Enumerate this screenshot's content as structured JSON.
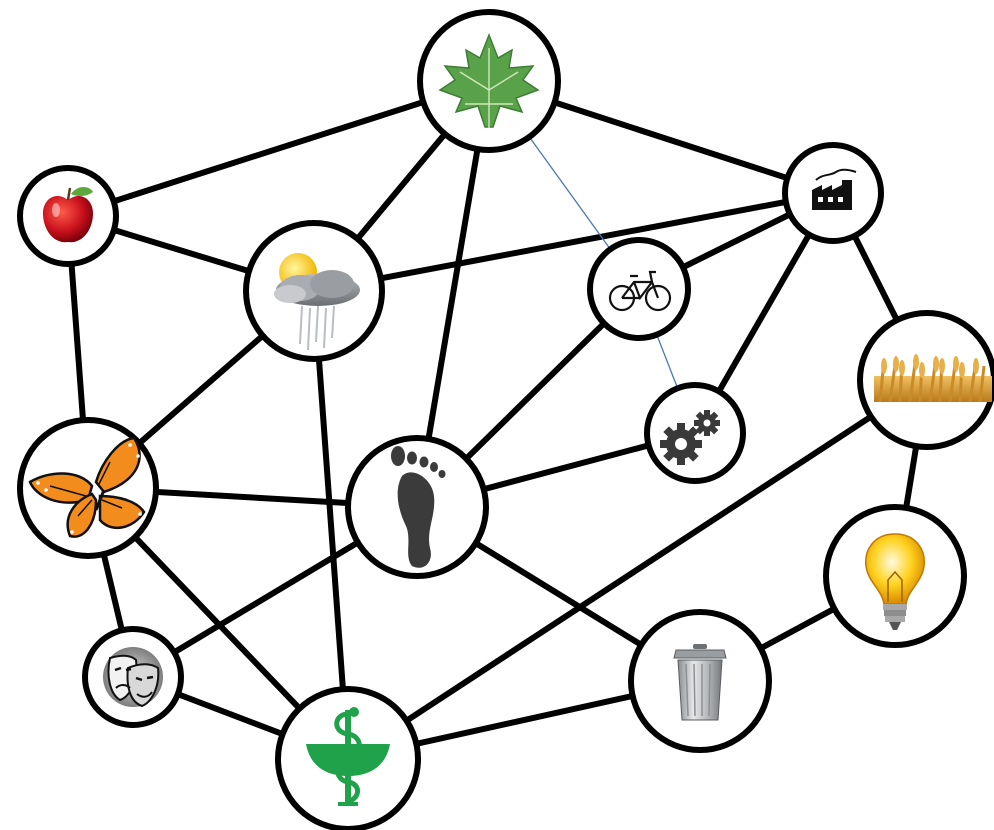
{
  "diagram": {
    "colors": {
      "edge": "#000000",
      "thin_edge": "#4a78b8",
      "node_fill": "#ffffff"
    },
    "nodes": [
      {
        "id": "leaf",
        "icon": "maple-leaf-icon"
      },
      {
        "id": "apple",
        "icon": "apple-icon"
      },
      {
        "id": "weather",
        "icon": "sun-rain-cloud-icon"
      },
      {
        "id": "factory",
        "icon": "factory-icon"
      },
      {
        "id": "bicycle",
        "icon": "bicycle-icon"
      },
      {
        "id": "wheat",
        "icon": "wheat-icon"
      },
      {
        "id": "gears",
        "icon": "gears-icon"
      },
      {
        "id": "butterfly",
        "icon": "butterfly-icon"
      },
      {
        "id": "footprint",
        "icon": "footprint-icon"
      },
      {
        "id": "bulb",
        "icon": "light-bulb-icon"
      },
      {
        "id": "masks",
        "icon": "theater-masks-icon"
      },
      {
        "id": "trash",
        "icon": "trash-can-icon"
      },
      {
        "id": "pharmacy",
        "icon": "pharmacy-snake-bowl-icon"
      }
    ],
    "edges": [
      [
        "leaf",
        "apple"
      ],
      [
        "leaf",
        "weather"
      ],
      [
        "leaf",
        "footprint"
      ],
      [
        "leaf",
        "factory"
      ],
      [
        "apple",
        "weather"
      ],
      [
        "apple",
        "butterfly"
      ],
      [
        "weather",
        "factory"
      ],
      [
        "weather",
        "butterfly"
      ],
      [
        "weather",
        "pharmacy"
      ],
      [
        "factory",
        "bicycle"
      ],
      [
        "factory",
        "gears"
      ],
      [
        "factory",
        "wheat"
      ],
      [
        "bicycle",
        "footprint"
      ],
      [
        "gears",
        "footprint"
      ],
      [
        "wheat",
        "pharmacy"
      ],
      [
        "wheat",
        "bulb"
      ],
      [
        "butterfly",
        "footprint"
      ],
      [
        "butterfly",
        "masks"
      ],
      [
        "butterfly",
        "pharmacy"
      ],
      [
        "footprint",
        "masks"
      ],
      [
        "footprint",
        "trash"
      ],
      [
        "masks",
        "pharmacy"
      ],
      [
        "pharmacy",
        "trash"
      ],
      [
        "trash",
        "bulb"
      ]
    ],
    "thin_edges": [
      [
        "leaf",
        "bicycle"
      ],
      [
        "bicycle",
        "gears"
      ]
    ]
  }
}
